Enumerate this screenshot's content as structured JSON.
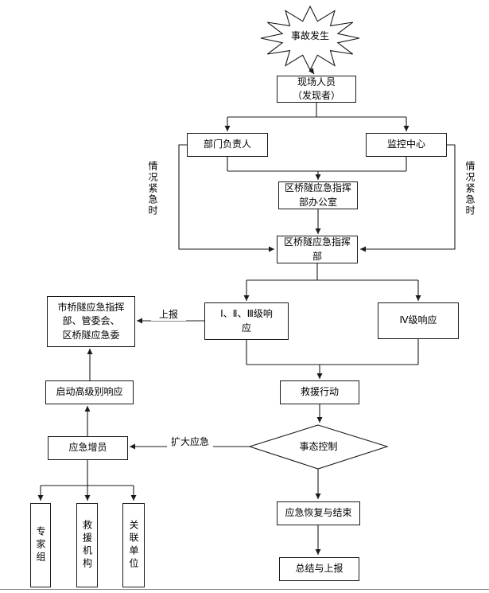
{
  "nodes": {
    "accident": {
      "label": "事故发生"
    },
    "scene_personnel": {
      "label": "现场人员\n（发现者）"
    },
    "department_head": {
      "label": "部门负责人"
    },
    "monitoring_center": {
      "label": "监控中心"
    },
    "command_office": {
      "label": "区桥隧应急指挥\n部办公室"
    },
    "command_hq": {
      "label": "区桥隧应急指挥\n部"
    },
    "response_123": {
      "label": "Ⅰ、Ⅱ、Ⅲ级响\n应"
    },
    "response_4": {
      "label": "Ⅳ级响应"
    },
    "city_hq": {
      "label": "市桥隧应急指挥\n部、管委会、\n区桥隧应急委"
    },
    "activate_higher_response": {
      "label": "启动高级别响应"
    },
    "rescue_action": {
      "label": "救援行动"
    },
    "emergency_reinforcement": {
      "label": "应急增员"
    },
    "situation_control": {
      "label": "事态控制"
    },
    "recovery_end": {
      "label": "应急恢复与结束"
    },
    "summary_report": {
      "label": "总结与上报"
    },
    "expert_group": {
      "label": "专家组"
    },
    "rescue_agency": {
      "label": "救援机构"
    },
    "related_units": {
      "label": "关联单位"
    }
  },
  "edge_labels": {
    "report_up": "上报",
    "expand_emergency": "扩大应急",
    "urgent_left": "情况紧急时",
    "urgent_right": "情况紧急时"
  },
  "colors": {
    "line": "#1a1a1a",
    "box_fill": "#ffffff",
    "text": "#000000"
  }
}
